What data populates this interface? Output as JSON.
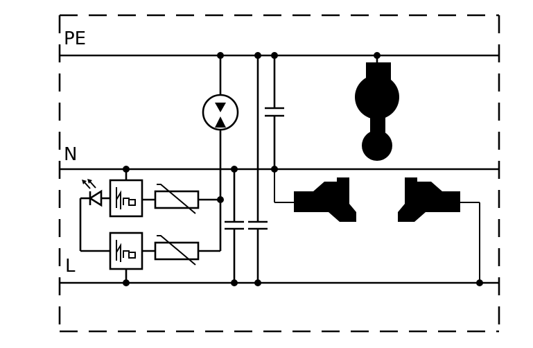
{
  "labels": {
    "pe": "PE",
    "n": "N",
    "l": "L"
  },
  "colors": {
    "ink": "#000000",
    "background": "#ffffff"
  }
}
